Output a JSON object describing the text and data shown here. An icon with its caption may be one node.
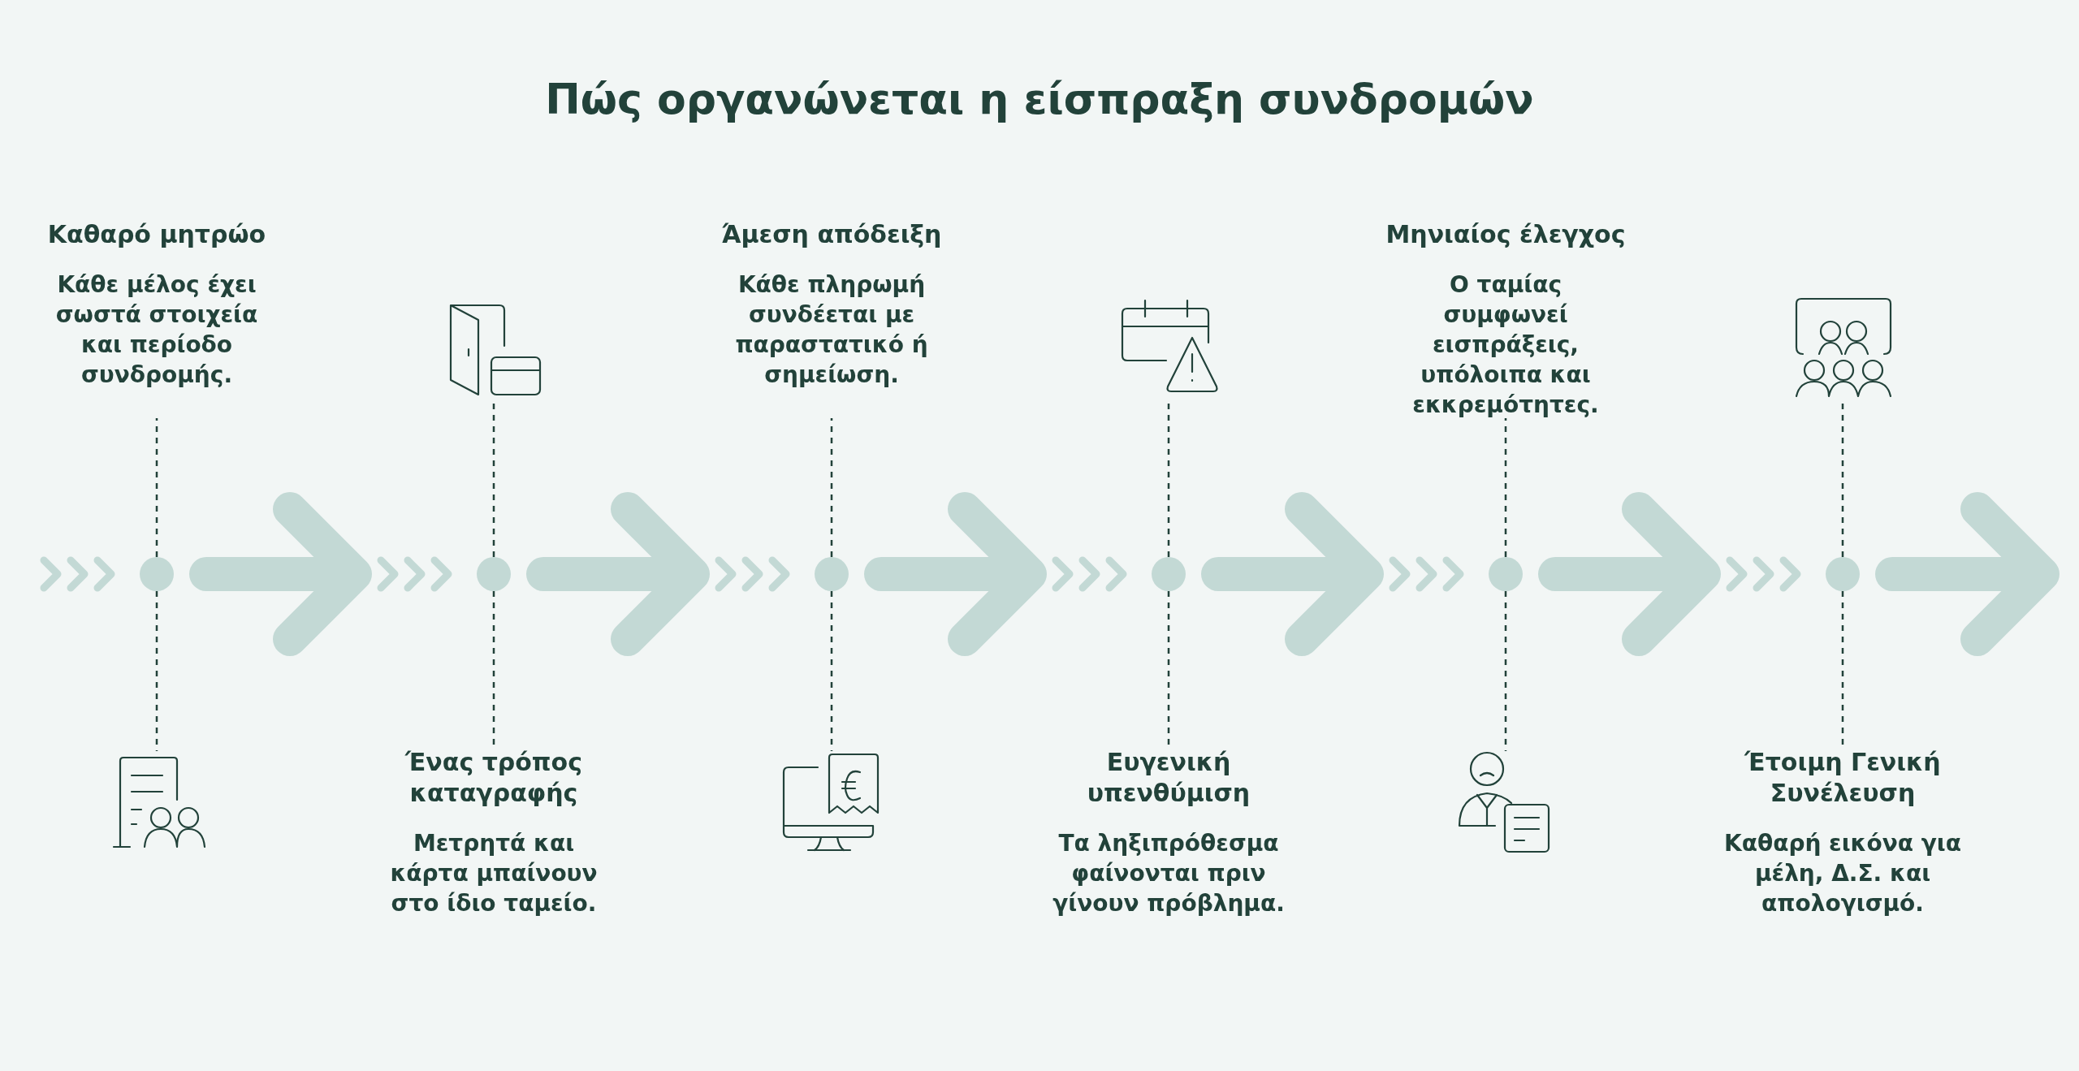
{
  "diagram": {
    "title": "Πώς οργανώνεται η είσπραξη συνδρομών",
    "nodes": [
      {
        "text": [
          "Καθαρό μητρώο",
          "Κάθε μέλος έχει σωστά στοιχεία και περίοδο συνδρομής."
        ]
      },
      {
        "text": [],
        "shape": "circle"
      },
      {
        "text": [],
        "shape": "picture"
      },
      {
        "text": [
          "Ένας τρόπος καταγραφής",
          "Μετρητά και κάρτα μπαίνουν στο ίδιο ταμείο."
        ]
      },
      {
        "text": [],
        "shape": "circle"
      },
      {
        "text": [],
        "shape": "picture"
      },
      {
        "text": [
          "Άμεση απόδειξη",
          "Κάθε πληρωμή συνδέεται με παραστατικό ή σημείωση."
        ]
      },
      {
        "text": [],
        "shape": "circle"
      },
      {
        "text": [],
        "shape": "picture"
      },
      {
        "text": [
          "Ευγενική υπενθύμιση",
          "Τα ληξιπρόθεσμα φαίνονται πριν γίνουν πρόβλημα."
        ]
      },
      {
        "text": [],
        "shape": "circle"
      },
      {
        "text": [],
        "shape": "picture"
      },
      {
        "text": [
          "Μηνιαίος έλεγχος",
          "Ο ταμίας συμφωνεί εισπράξεις, υπόλοιπα και εκκρεμότητες."
        ]
      },
      {
        "text": [],
        "shape": "circle"
      },
      {
        "text": [],
        "shape": "picture"
      },
      {
        "text": [
          "Έτοιμη Γενική Συνέλευση",
          "Καθαρή εικόνα για μέλη, Δ.Σ. και απολογισμό."
        ]
      },
      {
        "text": [],
        "shape": "circle"
      },
      {
        "text": [],
        "shape": "picture"
      }
    ],
    "edges": [
      {
        "from": 1,
        "to": 0,
        "arrow": "none",
        "style": "dashed"
      },
      {
        "from": 1,
        "to": 2,
        "arrow": "none",
        "style": "dashed"
      },
      {
        "from": 1,
        "to": 4,
        "arrow": "to",
        "style": "thick",
        "color": "#c3d9d5"
      },
      {
        "from": 4,
        "to": 5,
        "arrow": "none",
        "style": "dashed"
      },
      {
        "from": 4,
        "to": 3,
        "arrow": "none",
        "style": "dashed"
      },
      {
        "from": 4,
        "to": 7,
        "arrow": "to",
        "style": "thick",
        "color": "#c3d9d5"
      },
      {
        "from": 7,
        "to": 6,
        "arrow": "none",
        "style": "dashed"
      },
      {
        "from": 7,
        "to": 8,
        "arrow": "none",
        "style": "dashed"
      },
      {
        "from": 7,
        "to": 10,
        "arrow": "to",
        "style": "thick",
        "color": "#c3d9d5"
      },
      {
        "from": 10,
        "to": 11,
        "arrow": "none",
        "style": "dashed"
      },
      {
        "from": 10,
        "to": 9,
        "arrow": "none",
        "style": "dashed"
      },
      {
        "from": 10,
        "to": 13,
        "arrow": "to",
        "style": "thick",
        "color": "#c3d9d5"
      },
      {
        "from": 13,
        "to": 12,
        "arrow": "none",
        "style": "dashed"
      },
      {
        "from": 13,
        "to": 14,
        "arrow": "none",
        "style": "dashed"
      },
      {
        "from": 13,
        "to": 16,
        "arrow": "to",
        "style": "thick",
        "color": "#c3d9d5"
      },
      {
        "from": 16,
        "to": 17,
        "arrow": "none",
        "style": "dashed"
      },
      {
        "from": 16,
        "to": 15,
        "arrow": "none",
        "style": "dashed"
      },
      {
        "from": 16,
        "to": null,
        "arrow": "to",
        "style": "thick",
        "color": "#c3d9d5"
      }
    ]
  }
}
